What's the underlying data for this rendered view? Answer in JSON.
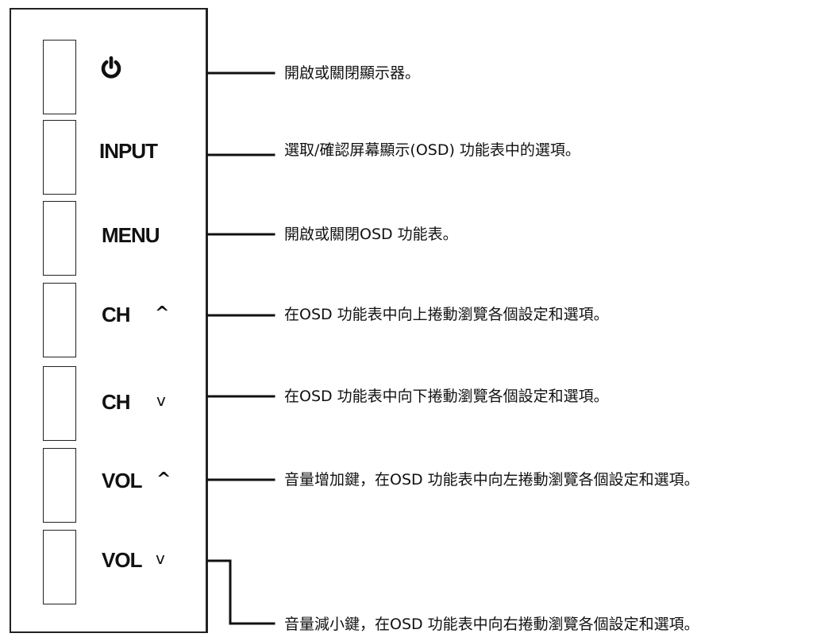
{
  "buttons": [
    {
      "id": "power",
      "label": "",
      "icon": "power-icon",
      "arrow": "",
      "description": "開啟或關閉顯示器。"
    },
    {
      "id": "input",
      "label": "INPUT",
      "arrow": "",
      "description": "選取/確認屏幕顯示(OSD) 功能表中的選項。"
    },
    {
      "id": "menu",
      "label": "MENU",
      "arrow": "",
      "description": "開啟或關閉OSD 功能表。"
    },
    {
      "id": "ch-up",
      "label": "CH",
      "arrow": "^",
      "description": "在OSD  功能表中向上捲動瀏覽各個設定和選項。"
    },
    {
      "id": "ch-down",
      "label": "CH",
      "arrow": "v",
      "description": "在OSD  功能表中向下捲動瀏覽各個設定和選項。"
    },
    {
      "id": "vol-up",
      "label": "VOL",
      "arrow": "^",
      "description": "音量增加鍵，在OSD 功能表中向左捲動瀏覽各個設定和選項。"
    },
    {
      "id": "vol-down",
      "label": "VOL",
      "arrow": "v",
      "description": "音量減小鍵，在OSD  功能表中向右捲動瀏覽各個設定和選項。"
    }
  ],
  "colors": {
    "line": "#111111",
    "background": "#ffffff"
  }
}
